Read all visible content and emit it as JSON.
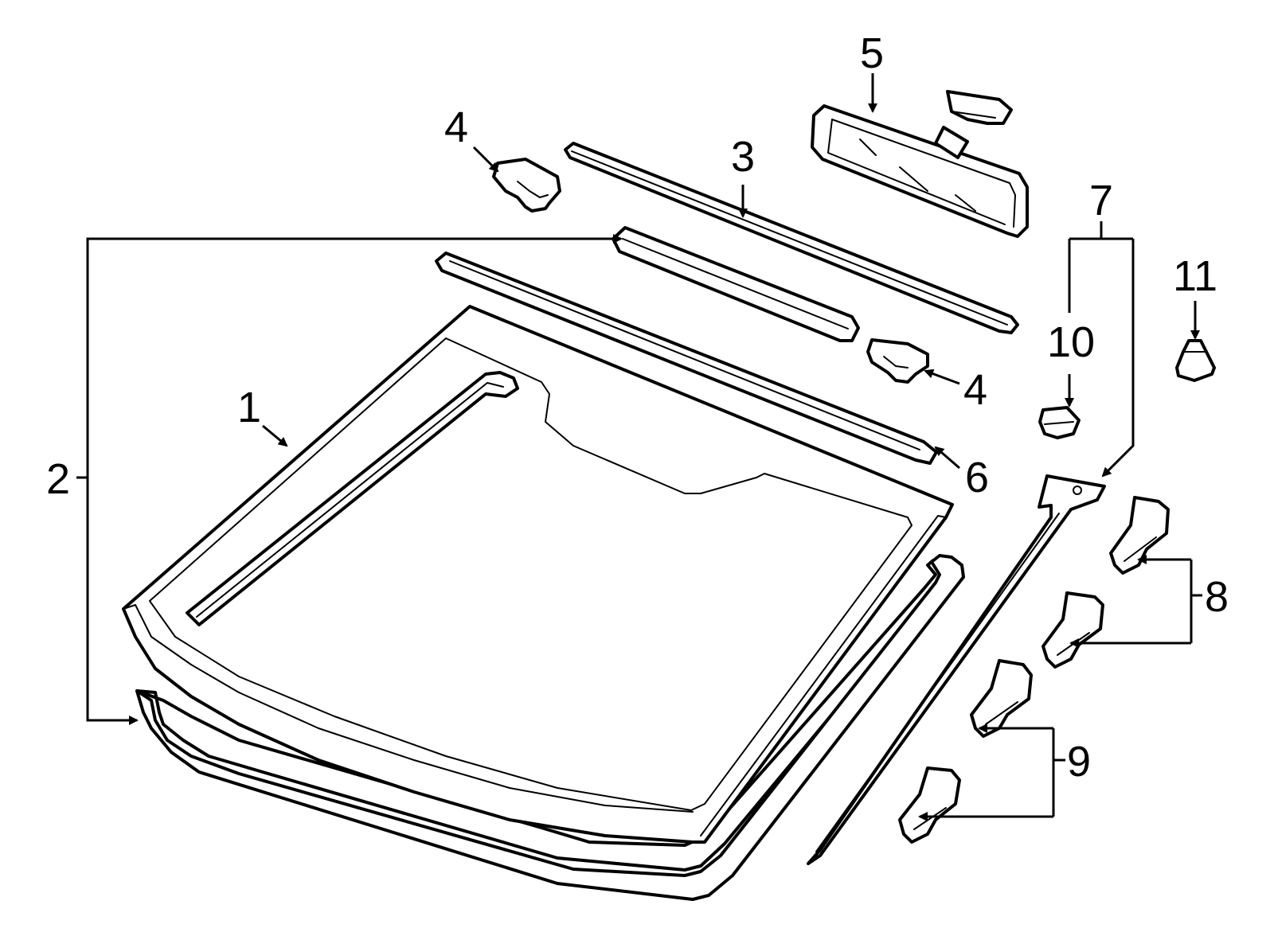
{
  "diagram": {
    "stroke_color": "#000000",
    "background_color": "#ffffff",
    "callouts": {
      "c1": "1",
      "c2": "2",
      "c3": "3",
      "c4a": "4",
      "c4b": "4",
      "c5": "5",
      "c6": "6",
      "c7": "7",
      "c8": "8",
      "c9": "9",
      "c10": "10",
      "c11": "11"
    }
  }
}
